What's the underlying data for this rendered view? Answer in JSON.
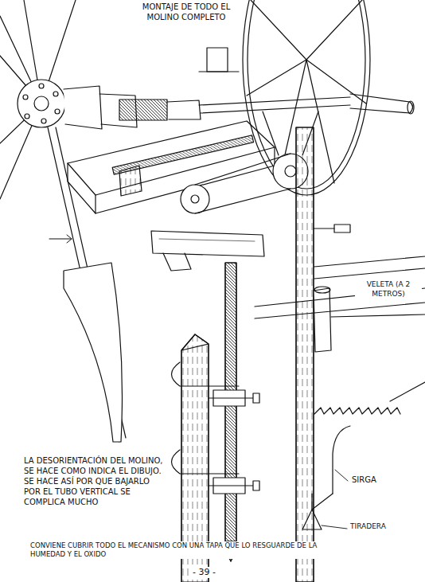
{
  "diagram": {
    "title": "MONTAJE DE TODO EL MOLINO COMPLETO",
    "labels": [
      "VELETA (A 2 METROS)",
      "LA DESORIENTACIÓN DEL MOLINO, SE HACE COMO INDICA EL DIBUJO. SE HACE ASÍ POR QUE BAJARLO POR EL TUBO VERTICAL SE COMPLICA MUCHO",
      "CONVIENE CUBRIR TODO EL MECANISMO CON UNA TAPA QUE LO RESGUARDE DE LA HUMEDAD Y EL OXIDO",
      "SIRGA",
      "TIRADERA",
      "- 39 -"
    ]
  }
}
